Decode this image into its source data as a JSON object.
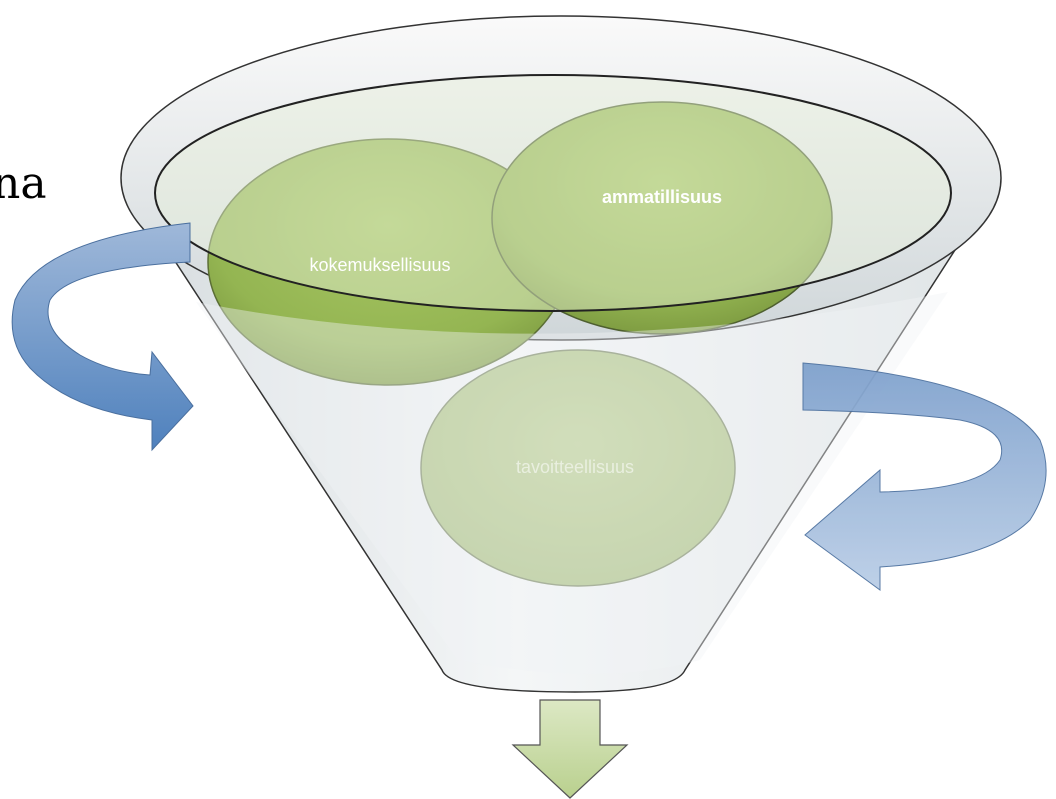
{
  "diagram": {
    "side_text": "na",
    "circles": [
      {
        "id": "kokemuksellisuus",
        "label": "kokemuksellisuus",
        "bold": false
      },
      {
        "id": "ammatillisuus",
        "label": "ammatillisuus",
        "bold": true
      },
      {
        "id": "tavoitteellisuus",
        "label": "tavoitteellisuus",
        "bold": false
      }
    ],
    "colors": {
      "circle_green": "#9bbb59",
      "circle_green_light": "#b7cc8a",
      "funnel_fill": "#e8ecee",
      "arrow_blue": "#4f81bd",
      "down_arrow_green": "#c3d69b"
    }
  }
}
